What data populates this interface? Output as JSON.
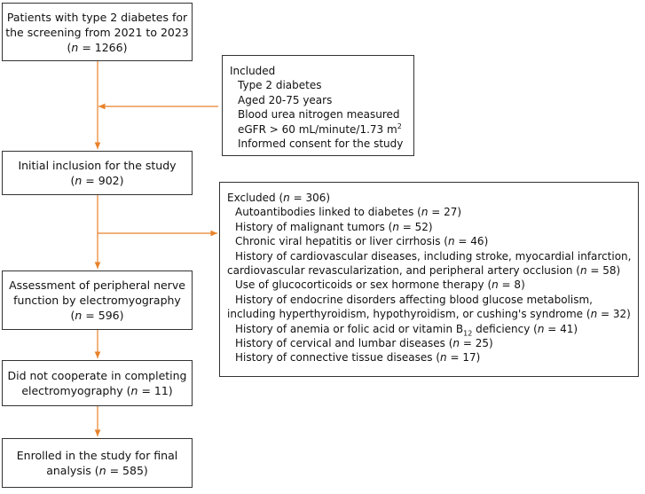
{
  "boxes": {
    "screening": {
      "line1": "Patients with type 2 diabetes for",
      "line2": "the screening from 2021 to 2023",
      "n_value": "1266"
    },
    "initial": {
      "line1": "Initial inclusion for the study",
      "n_value": "902"
    },
    "assessment": {
      "line1": "Assessment of peripheral nerve",
      "line2": "function by electromyography",
      "n_value": "596"
    },
    "noncoop": {
      "line1": "Did not cooperate in completing",
      "line2": "electromyography",
      "n_value": "11"
    },
    "enrolled": {
      "line1": "Enrolled in the study for final",
      "line2": "analysis",
      "n_value": "585"
    }
  },
  "included": {
    "title": "Included",
    "criteria": [
      "Type 2 diabetes",
      "Aged 20-75 years",
      "Blood urea nitrogen measured"
    ],
    "egfr_text": "eGFR > 60 mL/minute/1.73 m",
    "egfr_sup": "2",
    "consent": "Informed consent for the study"
  },
  "excluded": {
    "title": "Excluded",
    "n_total": "306",
    "items": {
      "autoantibodies": {
        "text": "Autoantibodies linked to diabetes",
        "n": "27"
      },
      "malignant": {
        "text": "History of malignant tumors",
        "n": "52"
      },
      "hepatitis": {
        "text": "Chronic viral hepatitis or liver cirrhosis",
        "n": "46"
      },
      "cardio_line1": "History of cardiovascular diseases, including stroke, myocardial infarction,",
      "cardio_line2": "cardiovascular revascularization, and peripheral artery occlusion",
      "cardio_n": "58",
      "glucocorticoids": {
        "text": "Use of glucocorticoids or sex hormone therapy",
        "n": "8"
      },
      "endocrine_line1": "History of endocrine disorders affecting blood glucose metabolism,",
      "endocrine_line2": "including hyperthyroidism, hypothyroidism, or cushing's syndrome",
      "endocrine_n": "32",
      "anemia_text": "History of anemia or folic acid or vitamin B",
      "anemia_sub": "12",
      "anemia_suffix": "deficiency",
      "anemia_n": "41",
      "cervical": {
        "text": "History of cervical and lumbar diseases",
        "n": "25"
      },
      "connective": {
        "text": "History of connective tissue diseases",
        "n": "17"
      }
    }
  },
  "labels": {
    "n_letter": "n",
    "eq": " = "
  },
  "colors": {
    "arrow": "#e8822a",
    "border": "#333333"
  }
}
